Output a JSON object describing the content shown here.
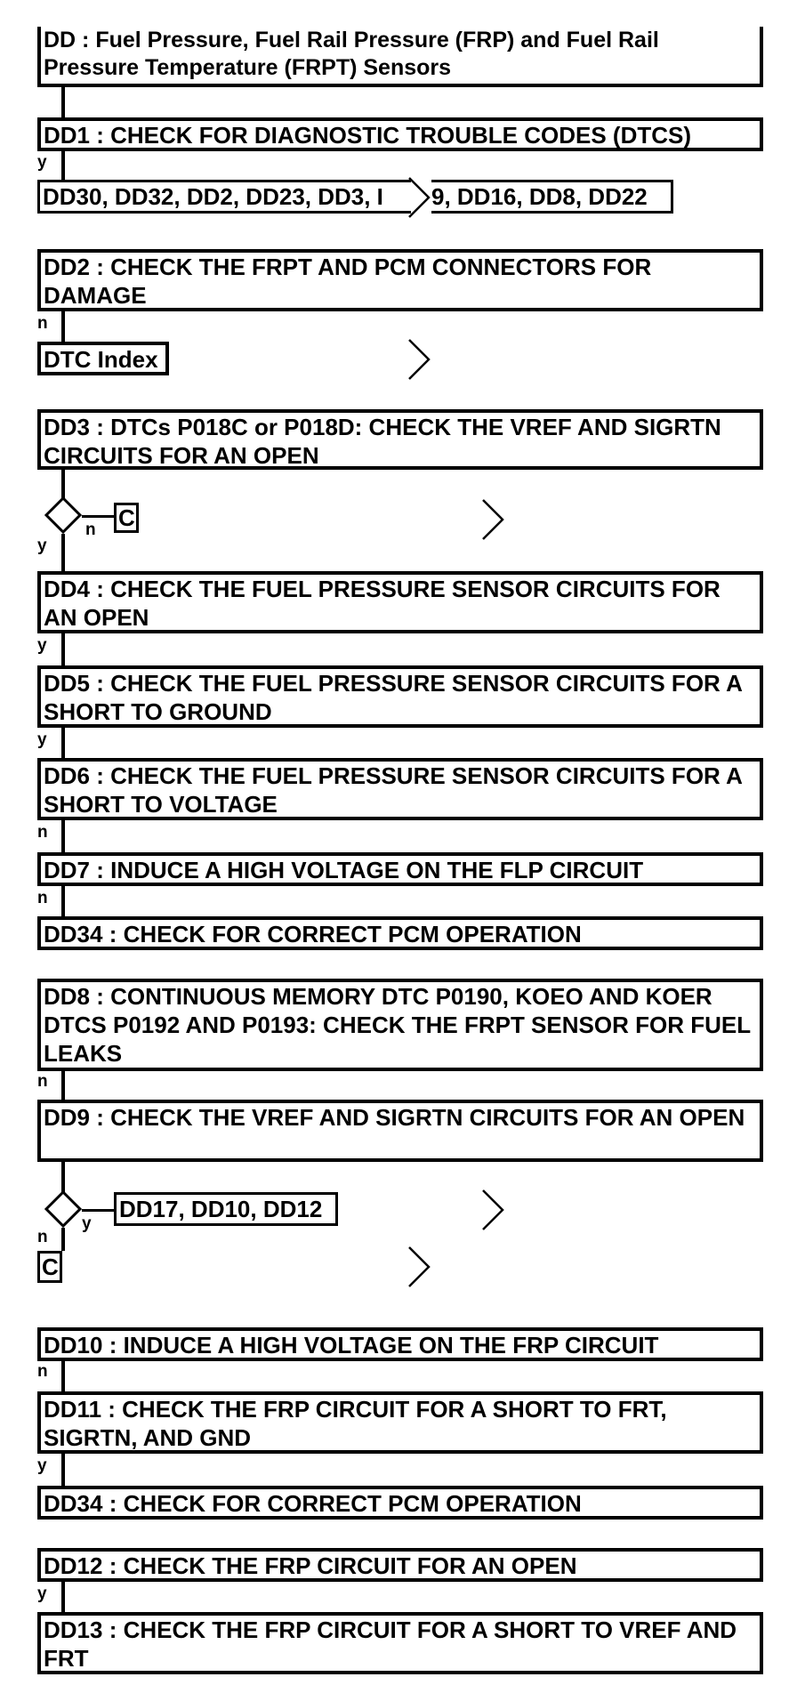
{
  "title": "DD : Fuel Pressure, Fuel Rail Pressure (FRP) and Fuel Rail Pressure Temperature (FRPT) Sensors",
  "labels": {
    "yes": "y",
    "no": "n"
  },
  "connector": "C",
  "steps": {
    "dd1": "DD1 : CHECK FOR DIAGNOSTIC TROUBLE CODES (DTCS)",
    "dd1_targets_left": "DD30, DD32, DD2, DD23, DD3, I",
    "dd1_targets_right": "9, DD16, DD8, DD22",
    "dd2": "DD2 : CHECK THE FRPT AND PCM CONNECTORS FOR DAMAGE",
    "dd2_target": "DTC Index",
    "dd3": "DD3 : DTCs P018C or P018D: CHECK THE VREF AND SIGRTN CIRCUITS FOR AN OPEN",
    "dd4": "DD4 : CHECK THE FUEL PRESSURE SENSOR CIRCUITS FOR AN OPEN",
    "dd5": "DD5 : CHECK THE FUEL PRESSURE SENSOR CIRCUITS FOR A SHORT TO GROUND",
    "dd6": "DD6 : CHECK THE FUEL PRESSURE SENSOR CIRCUITS FOR A SHORT TO VOLTAGE",
    "dd7": "DD7 : INDUCE A HIGH VOLTAGE ON THE FLP CIRCUIT",
    "dd34a": "DD34 : CHECK FOR CORRECT PCM OPERATION",
    "dd8": "DD8 : CONTINUOUS MEMORY DTC P0190, KOEO AND KOER DTCS P0192 AND P0193: CHECK THE FRPT SENSOR FOR FUEL LEAKS",
    "dd9": "DD9 : CHECK THE VREF AND SIGRTN CIRCUITS FOR AN OPEN",
    "dd9_targets": "DD17, DD10, DD12",
    "dd10": "DD10 : INDUCE A HIGH VOLTAGE ON THE FRP CIRCUIT",
    "dd11": "DD11 : CHECK THE FRP CIRCUIT FOR A SHORT TO FRT, SIGRTN, AND GND",
    "dd34b": "DD34 : CHECK FOR CORRECT PCM OPERATION",
    "dd12": "DD12 : CHECK THE FRP CIRCUIT FOR AN OPEN",
    "dd13": "DD13 : CHECK THE FRP CIRCUIT FOR A SHORT TO VREF AND FRT"
  }
}
